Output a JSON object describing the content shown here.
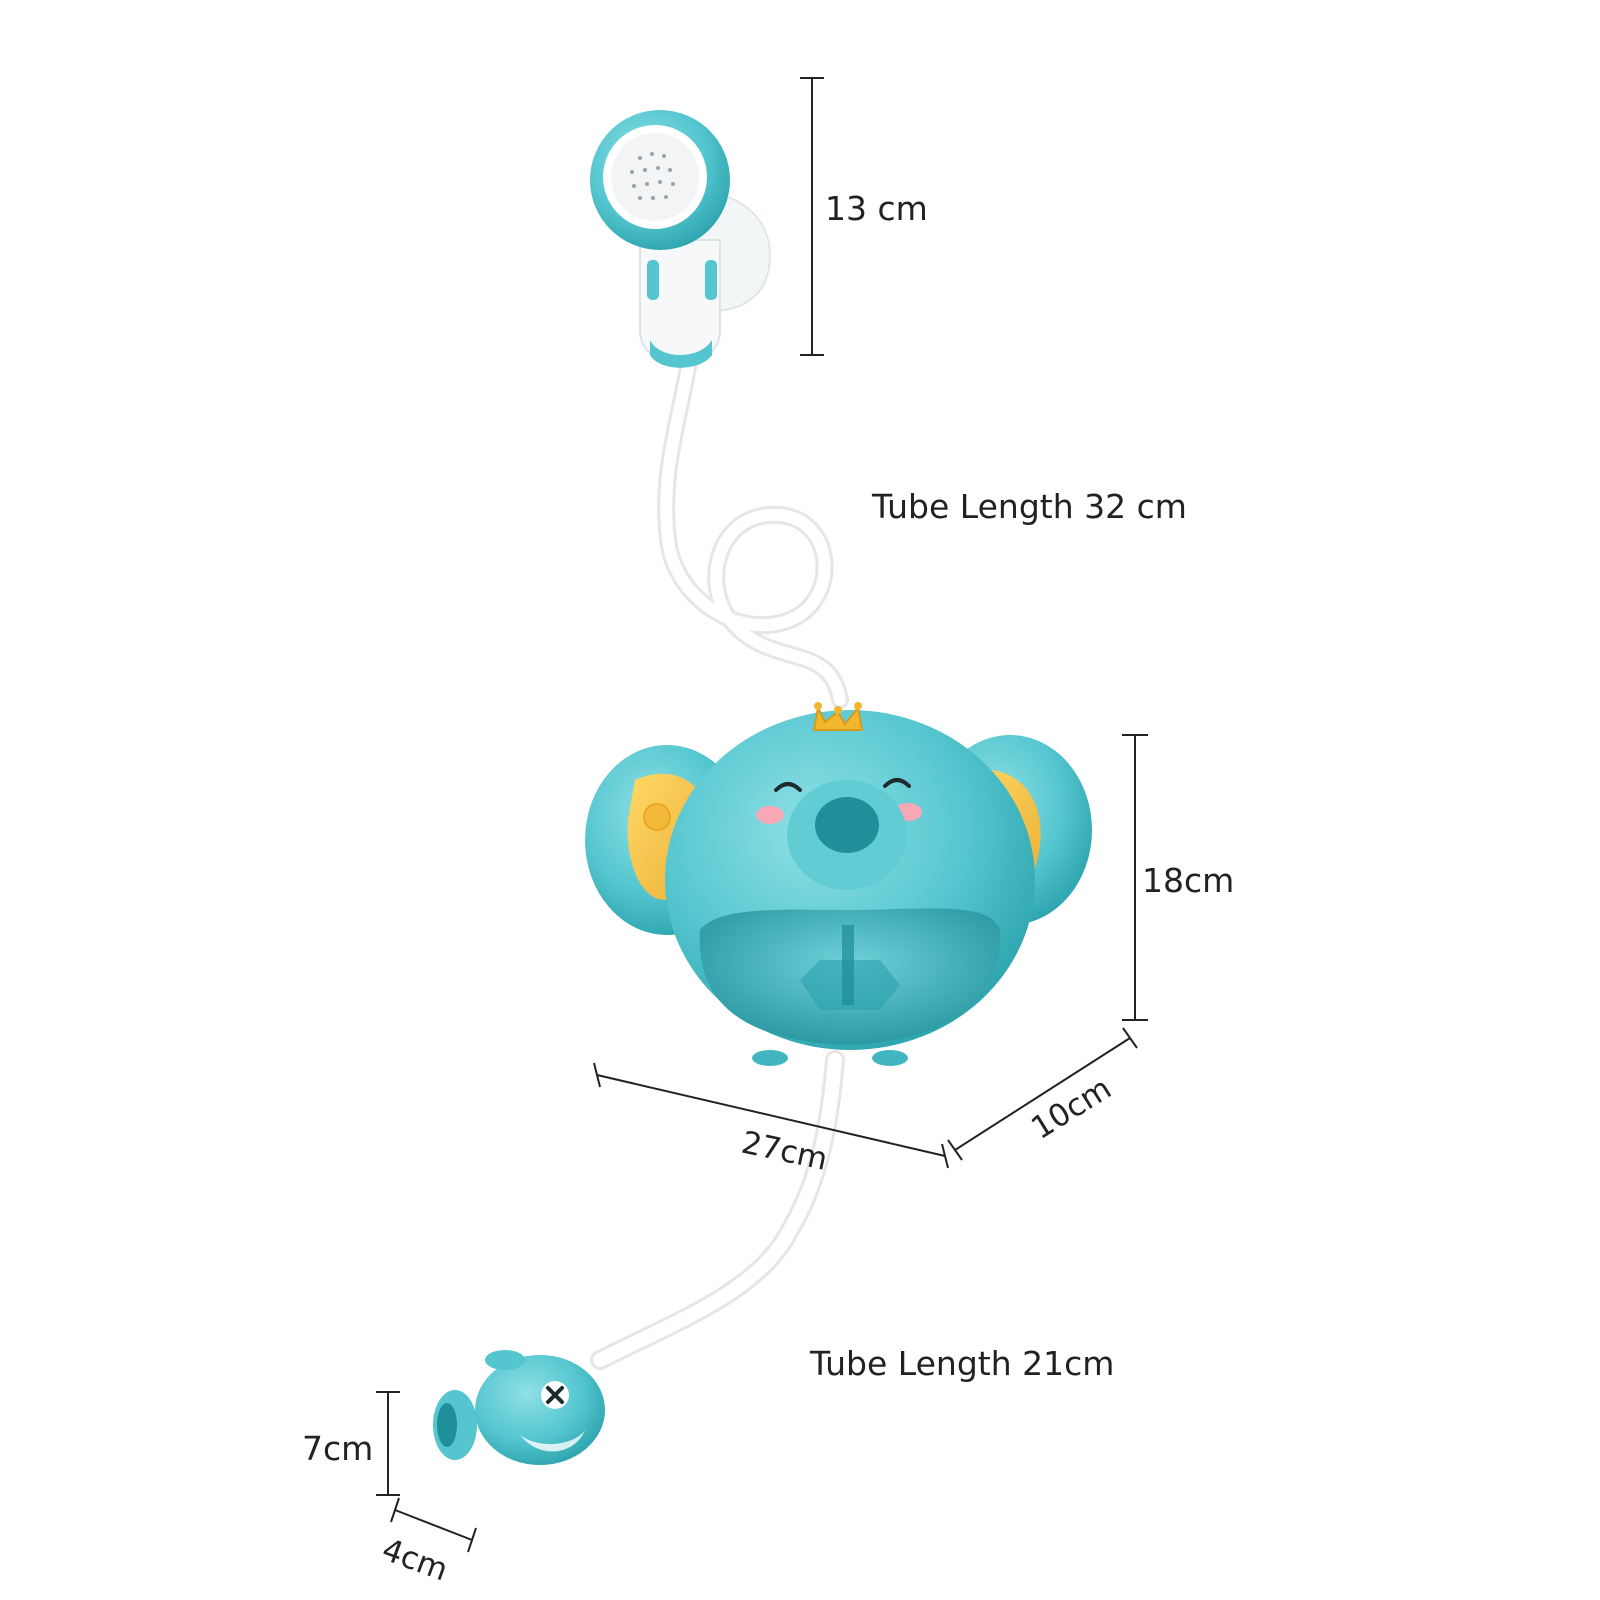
{
  "labels": {
    "shower_head_height": "13 cm",
    "tube_top": "Tube Length 32 cm",
    "body_height": "18cm",
    "body_width": "27cm",
    "body_depth": "10cm",
    "tube_bottom": "Tube Length 21cm",
    "pump_height": "7cm",
    "pump_width": "4cm"
  },
  "colors": {
    "teal": "#55c6cf",
    "teal_dark": "#2aa2ac",
    "yellow": "#f5c34a",
    "white": "#ffffff",
    "line": "#222222"
  }
}
